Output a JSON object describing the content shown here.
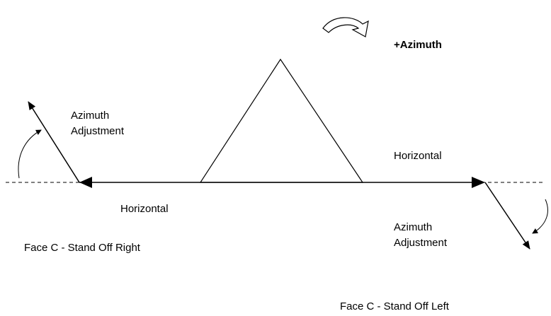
{
  "labels": {
    "azimuth_plus": "+Azimuth",
    "azimuth_adjustment_left_line1": "Azimuth",
    "azimuth_adjustment_left_line2": "Adjustment",
    "horizontal_left": "Horizontal",
    "horizontal_right": "Horizontal",
    "azimuth_adjustment_right_line1": "Azimuth",
    "azimuth_adjustment_right_line2": "Adjustment",
    "face_c_right": "Face C - Stand Off Right",
    "face_c_left": "Face C - Stand Off Left"
  },
  "colors": {
    "stroke": "#000000",
    "background": "#ffffff"
  }
}
